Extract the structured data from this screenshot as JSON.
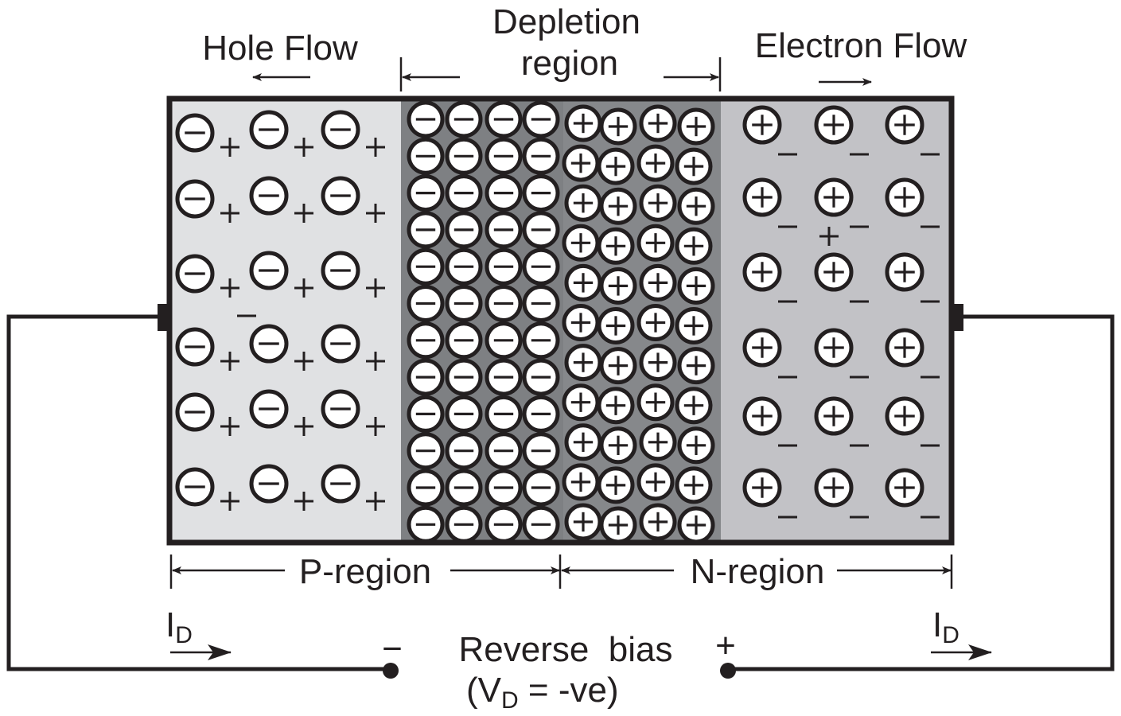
{
  "title": "PN junction under reverse bias",
  "labels": {
    "hole_flow": "Hole Flow",
    "depletion_line1": "Depletion",
    "depletion_line2": "region",
    "electron_flow": "Electron Flow",
    "p_region": "P-region",
    "n_region": "N-region",
    "current_left_main": "I",
    "current_left_sub": "D",
    "current_right_main": "I",
    "current_right_sub": "D",
    "bias_label": "Reverse  bias",
    "bias_formula_open": "(V",
    "bias_formula_sub": "D",
    "bias_formula_rest": " = -ve)",
    "terminal_negative": "−",
    "terminal_positive": "+"
  },
  "colors": {
    "p_region": "#e0e1e3",
    "depletion_p_side": "#7e8083",
    "depletion_n_side": "#86888b",
    "n_region": "#c2c2c6",
    "outline": "#231f20"
  },
  "regions": {
    "p_region": {
      "ion_charge": "negative",
      "carrier_charge": "positive",
      "rows": 6,
      "columns": 3,
      "stray_carrier": "negative"
    },
    "depletion_p_side": {
      "ion_charge": "negative",
      "rows": 12,
      "columns": 4
    },
    "depletion_n_side": {
      "ion_charge": "positive",
      "rows": 11,
      "columns": 4
    },
    "n_region": {
      "ion_charge": "positive",
      "carrier_charge": "negative",
      "rows": 6,
      "columns": 3,
      "stray_carrier": "positive"
    }
  },
  "arrows": {
    "hole_flow_direction": "left",
    "electron_flow_direction": "right",
    "depletion_widening": "outward",
    "current_direction": "right"
  }
}
